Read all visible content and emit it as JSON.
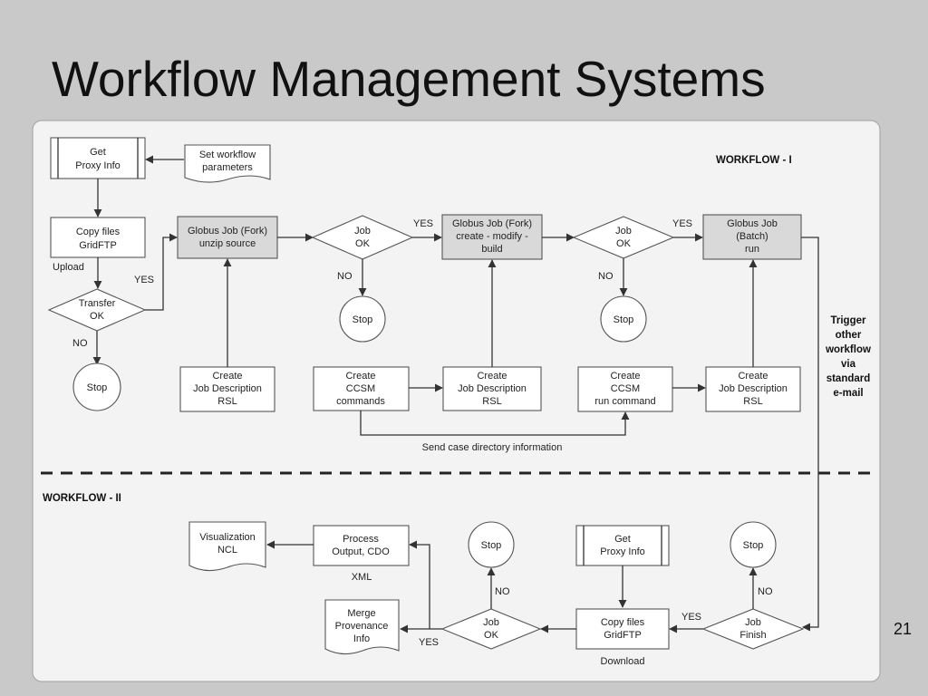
{
  "slide": {
    "title": "Workflow Management Systems",
    "page_number": "21"
  },
  "diagram": {
    "workflow1_label": "WORKFLOW - I",
    "workflow2_label": "WORKFLOW - II",
    "trigger_text": [
      "Trigger",
      "other",
      "workflow",
      "via",
      "standard",
      "e-mail"
    ],
    "send_case_label": "Send case directory information",
    "w1": {
      "get_proxy": [
        "Get",
        "Proxy Info"
      ],
      "set_params": [
        "Set workflow",
        "parameters"
      ],
      "copy_files": [
        "Copy files",
        "GridFTP"
      ],
      "upload_label": "Upload",
      "transfer_ok": [
        "Transfer",
        "OK"
      ],
      "stop": "Stop",
      "globus_fork_unzip": [
        "Globus Job (Fork)",
        "unzip source"
      ],
      "create_rsl_1": [
        "Create",
        "Job Description",
        "RSL"
      ],
      "job_ok": [
        "Job",
        "OK"
      ],
      "create_ccsm_commands": [
        "Create",
        "CCSM",
        "commands"
      ],
      "globus_fork_build": [
        "Globus Job (Fork)",
        "create - modify -",
        "build"
      ],
      "create_rsl_2": [
        "Create",
        "Job Description",
        "RSL"
      ],
      "create_ccsm_run": [
        "Create",
        "CCSM",
        "run command"
      ],
      "globus_batch": [
        "Globus Job",
        "(Batch)",
        "run"
      ],
      "create_rsl_3": [
        "Create",
        "Job Description",
        "RSL"
      ],
      "yes": "YES",
      "no": "NO"
    },
    "w2": {
      "visualization": [
        "Visualization",
        "NCL"
      ],
      "process_output": [
        "Process",
        "Output, CDO"
      ],
      "xml_label": "XML",
      "stop": "Stop",
      "get_proxy": [
        "Get",
        "Proxy Info"
      ],
      "merge_provenance": [
        "Merge",
        "Provenance",
        "Info"
      ],
      "job_ok": [
        "Job",
        "OK"
      ],
      "copy_files": [
        "Copy files",
        "GridFTP"
      ],
      "download_label": "Download",
      "job_finish": [
        "Job",
        "Finish"
      ],
      "yes": "YES",
      "no": "NO"
    }
  }
}
